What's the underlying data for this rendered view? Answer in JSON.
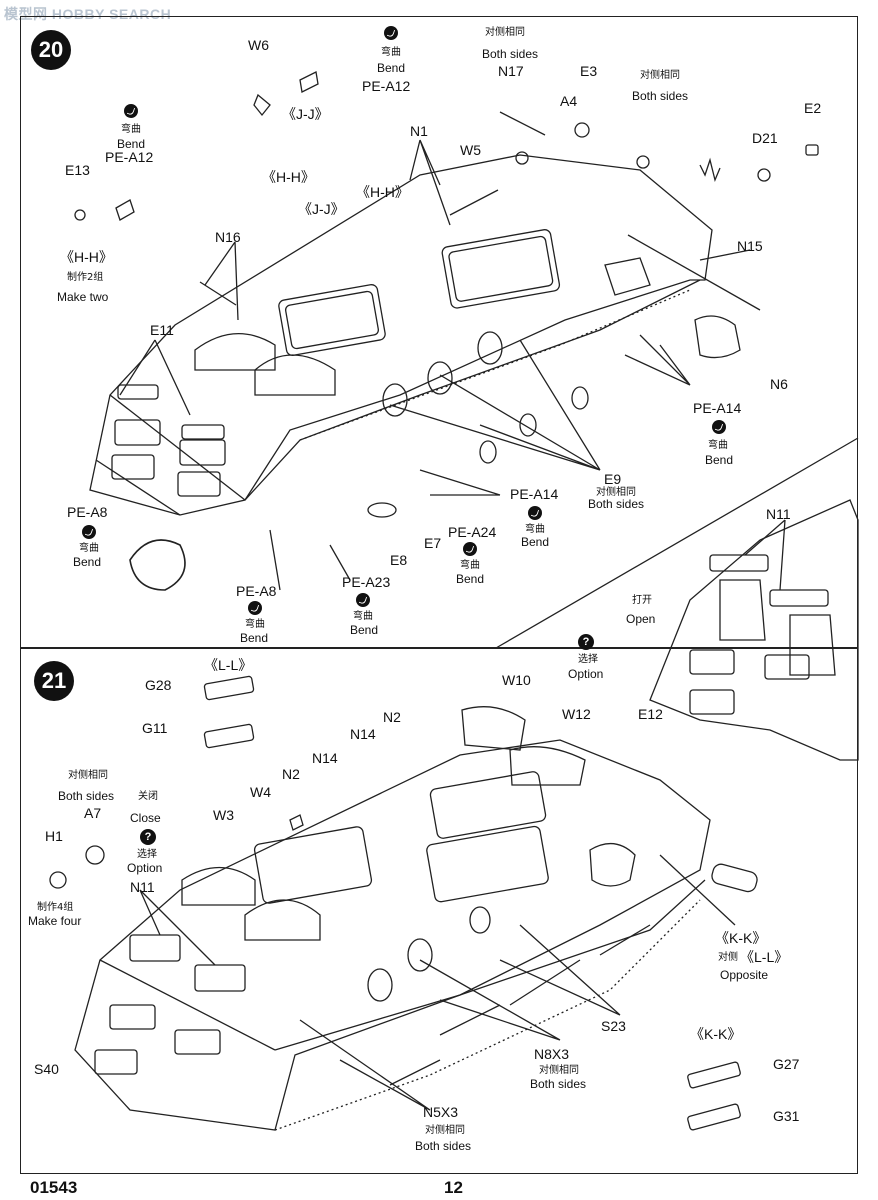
{
  "watermark": "模型网 HOBBY SEARCH",
  "footer": {
    "code": "01543",
    "page": "12"
  },
  "step20": {
    "number": "20",
    "labels": {
      "W6": "W6",
      "PE_A12_top": "PE-A12",
      "JJ_top": "《J-J》",
      "N17": "N17",
      "E3": "E3",
      "A4": "A4",
      "D21": "D21",
      "E2": "E2",
      "N1": "N1",
      "W5": "W5",
      "E13": "E13",
      "PE_A12_left": "PE-A12",
      "HH_left": "《H-H》",
      "HH_mid": "《H-H》",
      "JJ_mid": "《J-J》",
      "HH_right": "《H-H》",
      "N16": "N16",
      "N15": "N15",
      "E11": "E11",
      "N6": "N6",
      "PE_A14_right": "PE-A14",
      "E9": "E9",
      "PE_A14_mid": "PE-A14",
      "PE_A8_left": "PE-A8",
      "E7": "E7",
      "PE_A24": "PE-A24",
      "E8": "E8",
      "PE_A8_bottom": "PE-A8",
      "PE_A23": "PE-A23"
    },
    "notes": {
      "bend_cn": "弯曲",
      "bend_en": "Bend",
      "both_sides_cn": "对侧相同",
      "both_sides_en": "Both sides",
      "make_two_cn": "制作2组",
      "make_two_en": "Make two"
    }
  },
  "inset": {
    "N11": "N11",
    "E12": "E12",
    "open_cn": "打开",
    "open_en": "Open",
    "option_cn": "选择",
    "option_en": "Option"
  },
  "step21": {
    "number": "21",
    "labels": {
      "LL_top": "《L-L》",
      "G28": "G28",
      "G11": "G11",
      "W10": "W10",
      "N2_top": "N2",
      "W12": "W12",
      "N14_top": "N14",
      "N2_left": "N2",
      "N14_left": "N14",
      "W4": "W4",
      "W3": "W3",
      "A7": "A7",
      "H1": "H1",
      "N11": "N11",
      "S40": "S40",
      "KK_mid": "《K-K》",
      "LL_mid": "《L-L》",
      "S23": "S23",
      "N8X3": "N8X3",
      "N5X3": "N5X3",
      "KK_bottom": "《K-K》",
      "G27": "G27",
      "G31": "G31"
    },
    "notes": {
      "both_sides_cn": "对侧相同",
      "both_sides_en": "Both sides",
      "close_cn": "关闭",
      "close_en": "Close",
      "option_cn": "选择",
      "option_en": "Option",
      "make_four_cn": "制作4组",
      "make_four_en": "Make four",
      "opposite_cn": "对侧",
      "opposite_en": "Opposite"
    }
  }
}
